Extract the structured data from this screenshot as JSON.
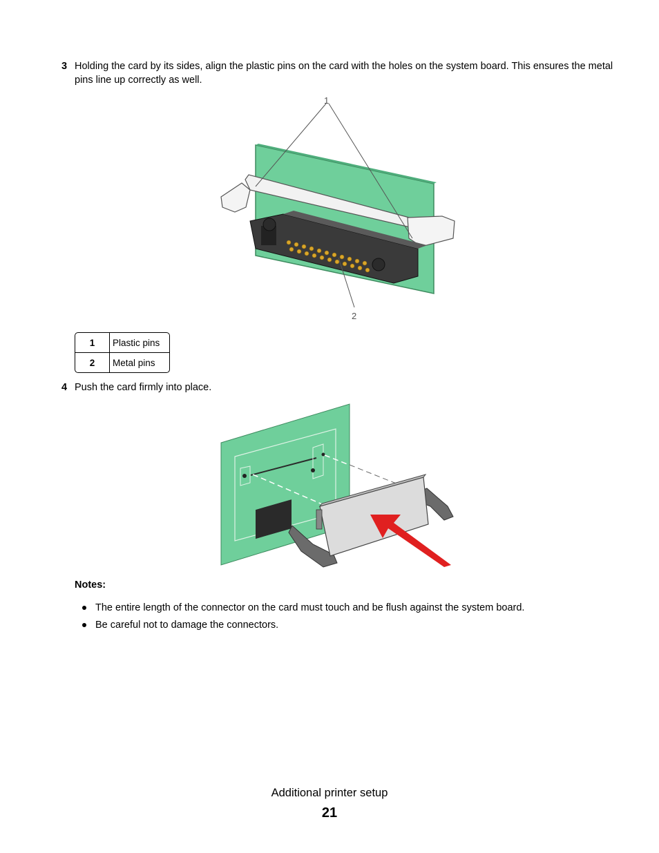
{
  "steps": [
    {
      "number": "3",
      "text": "Holding the card by its sides, align the plastic pins on the card with the holes on the system board. This ensures the metal pins line up correctly as well."
    },
    {
      "number": "4",
      "text": "Push the card firmly into place."
    }
  ],
  "figure1": {
    "callouts": [
      "1",
      "2"
    ]
  },
  "legend": [
    {
      "number": "1",
      "label": "Plastic pins"
    },
    {
      "number": "2",
      "label": "Metal pins"
    }
  ],
  "notes": {
    "title": "Notes:",
    "items": [
      "The entire length of the connector on the card must touch and be flush against the system board.",
      "Be careful not to damage the connectors."
    ]
  },
  "footer": {
    "section": "Additional printer setup",
    "page": "21"
  },
  "colors": {
    "board_green": "#6fcf9b",
    "connector_dark": "#3a3a3a",
    "pin_gold": "#d9a62a",
    "arrow_red": "#e02020"
  }
}
